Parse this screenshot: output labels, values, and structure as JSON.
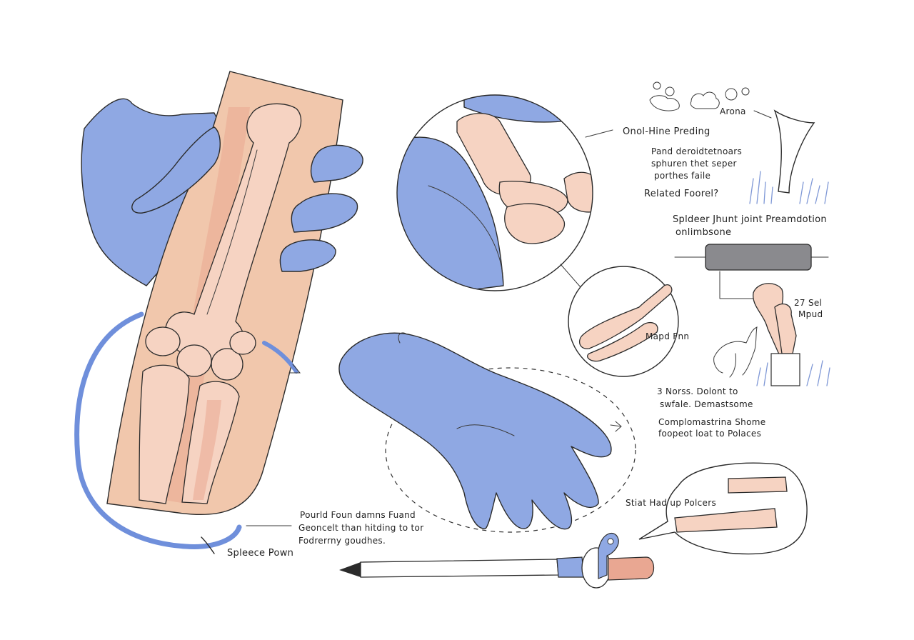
{
  "labels": {
    "top_right_icons": "Arona",
    "title_block": "Onol-Hine Preding",
    "desc_line1": "Pand deroidtetnoars",
    "desc_line2": "sphuren thet seper",
    "desc_line3": "porthes faile",
    "question": "Related Foorel?",
    "joint_line1": "Spldeer Jhunt joint Preamdotion",
    "joint_line2": "onlimbsone",
    "side_line1": "27 Sel",
    "side_line2": "Mpud",
    "mid_circle": "Mapd Fnn",
    "note1_line1": "3 Norss. Dolont to",
    "note1_line2": "swfale. Demastsome",
    "note2_line1": "Complomastrina Shome",
    "note2_line2": "foopeot loat to Polaces",
    "bubble_label": "Stiat  Had up Polcers",
    "bottom_line1": "Pourld Foun damns Fuand",
    "bottom_line2": "Geoncelt than hitding to tor",
    "bottom_line3": "Fodrerrny goudhes.",
    "tube_label": "Spleece Pown"
  },
  "colors": {
    "glove": "#8fa8e3",
    "skin": "#f1c7ac",
    "bone": "#f6d3c2",
    "ink": "#2a2a2a"
  },
  "icons": [
    "molecule-icon",
    "cloud-icon",
    "bubbles-icon",
    "pencil-icon",
    "grass-icon"
  ]
}
